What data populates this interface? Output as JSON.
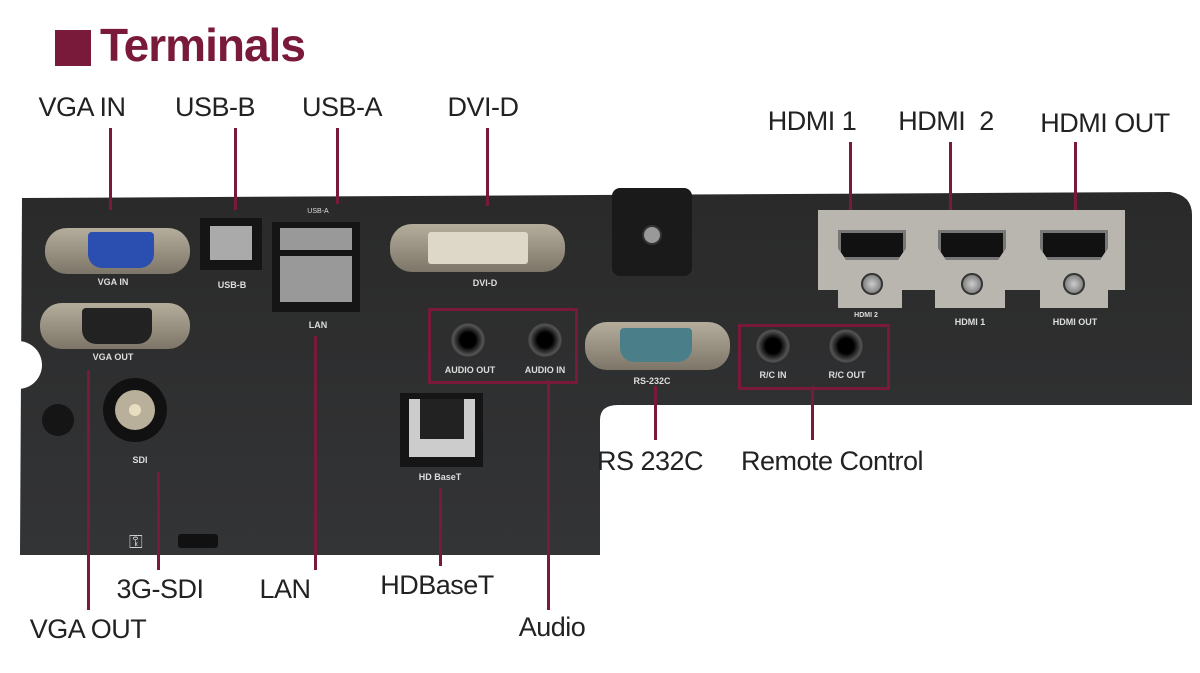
{
  "title": "Terminals",
  "accent_color": "#7a1a3a",
  "callouts": {
    "vga_in": "VGA IN",
    "usb_b": "USB-B",
    "usb_a": "USB-A",
    "dvi_d": "DVI-D",
    "hdmi1": "HDMI 1",
    "hdmi2": "HDMI  2",
    "hdmi_out": "HDMI OUT",
    "rs232c": "RS 232C",
    "remote": "Remote Control",
    "audio": "Audio",
    "hdbaset": "HDBaseT",
    "lan": "LAN",
    "sdi": "3G-SDI",
    "vga_out": "VGA OUT"
  },
  "panel_labels": {
    "vga_in": "VGA IN",
    "vga_out": "VGA OUT",
    "usb_b": "USB-B",
    "usb_a": "USB-A",
    "lan": "LAN",
    "dvi_d": "DVI-D",
    "hdmi2": "HDMI 2",
    "hdmi1": "HDMI 1",
    "hdmi_out": "HDMI OUT",
    "audio_out": "AUDIO OUT",
    "audio_in": "AUDIO IN",
    "rs232c": "RS-232C",
    "rc_in": "R/C IN",
    "rc_out": "R/C OUT",
    "sdi": "SDI",
    "hdbaset": "HD BaseT"
  }
}
